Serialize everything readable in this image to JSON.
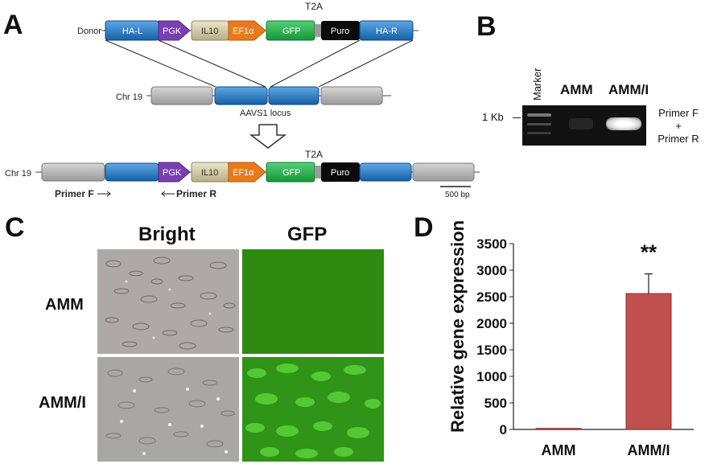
{
  "panels": {
    "a": "A",
    "b": "B",
    "c": "C",
    "d": "D"
  },
  "panel_a": {
    "donor_label": "Donor",
    "t2a_label": "T2A",
    "donor_segments": [
      "HA-L",
      "PGK",
      "IL10",
      "EF1α",
      "GFP",
      "Puro",
      "HA-R"
    ],
    "chr19_label": "Chr 19",
    "locus_label": "AAVS1 locus",
    "result_segments": [
      "PGK",
      "IL10",
      "EF1α",
      "GFP",
      "Puro"
    ],
    "primer_f": "Primer F",
    "primer_r": "Primer R",
    "scale_bar": "500 bp",
    "colors": {
      "homology_arm": "#1f78c8",
      "pgk": "#7a3fb0",
      "il10": "#cdc6a2",
      "ef1a": "#e87a1c",
      "gfp": "#22b04a",
      "puro": "#0a0a0a",
      "chromosome": "#b9b9b9"
    }
  },
  "panel_b": {
    "marker_label": "Marker",
    "lane_labels": [
      "AMM",
      "AMM/I"
    ],
    "size_label": "1 Kb",
    "primer_text": [
      "Primer F",
      "+",
      "Primer R"
    ]
  },
  "panel_c": {
    "col_labels": [
      "Bright",
      "GFP"
    ],
    "row_labels": [
      "AMM",
      "AMM/I"
    ]
  },
  "chart_data": {
    "type": "bar",
    "categories": [
      "AMM",
      "AMM/I"
    ],
    "values": [
      20,
      2560
    ],
    "errors": [
      0,
      370
    ],
    "significance": [
      "",
      "**"
    ],
    "ylabel": "Relative gene expression",
    "ylim": [
      0,
      3500
    ],
    "yticks": [
      0,
      500,
      1000,
      1500,
      2000,
      2500,
      3000,
      3500
    ],
    "bar_color": "#c0504d",
    "grid": false
  }
}
